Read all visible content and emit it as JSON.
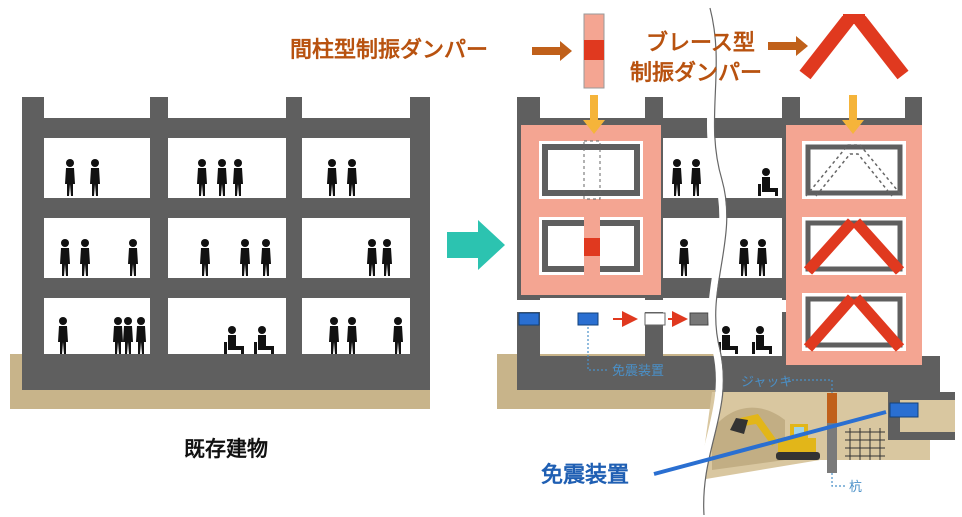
{
  "labels": {
    "existing_building": "既存建物",
    "column_damper": "間柱型制振ダンパー",
    "brace_damper_line1": "ブレース型",
    "brace_damper_line2": "制振ダンパー",
    "isolator_small": "免震装置",
    "jack": "ジャッキ",
    "pile": "杭",
    "isolator_large": "免震装置"
  },
  "colors": {
    "concrete": "#5f5f5f",
    "ground": "#c8b48a",
    "reinforce_frame": "#f4a592",
    "damper_red": "#e0391f",
    "arrow_orange": "#c0601a",
    "arrow_teal": "#2cc3b0",
    "isolator_blue": "#2a6fd1",
    "label_blue": "#1f5fb3"
  }
}
